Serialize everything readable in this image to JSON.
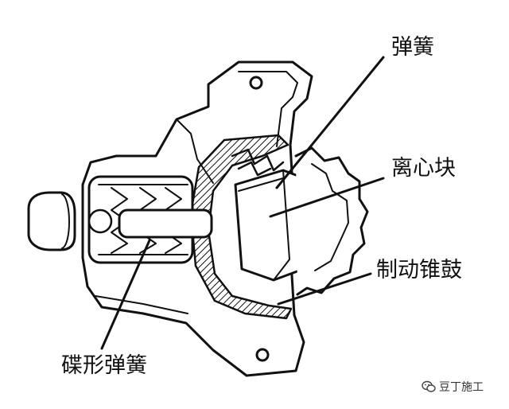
{
  "labels": {
    "spring": "弹簧",
    "centrifugal_block": "离心块",
    "brake_cone_drum": "制动锥鼓",
    "disc_spring": "碟形弹簧"
  },
  "watermark": {
    "text": "豆丁施工",
    "icon": "wechat-icon"
  },
  "colors": {
    "line": "#111111",
    "background": "#ffffff"
  }
}
